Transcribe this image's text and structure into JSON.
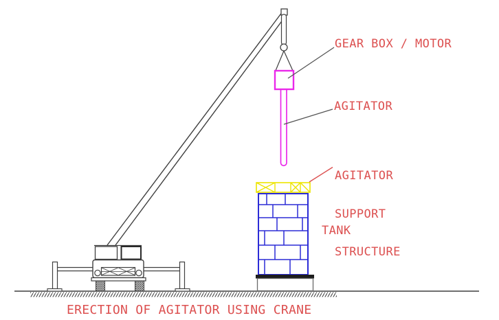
{
  "labels": {
    "gear_box_motor": "GEAR BOX / MOTOR",
    "agitator": "AGITATOR",
    "agitator_support_lines": [
      "AGITATOR",
      "SUPPORT",
      "STRUCTURE"
    ],
    "tank": "TANK"
  },
  "caption": "ERECTION OF AGITATOR USING CRANE",
  "colors": {
    "label-red": "#dc5050",
    "magenta": "#ea28ea",
    "tank-blue": "#2b2bd6",
    "truss-yellow": "#ede400",
    "line-dark": "#3f3f3f",
    "leader-gray": "#555555",
    "foundation-gray": "#6a6a6a"
  }
}
